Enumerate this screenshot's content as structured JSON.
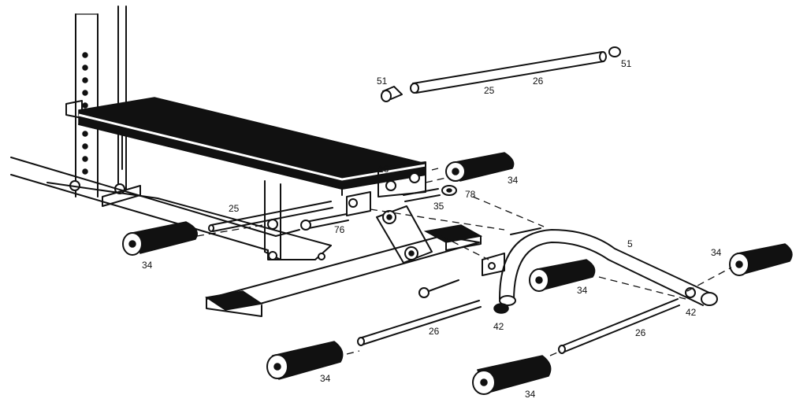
{
  "parts": {
    "p5": "5",
    "p16": "16",
    "p25_front": "25",
    "p25_rear": "25",
    "p26_rear": "26",
    "p26_front": "26",
    "p26_right": "26",
    "p34_upper": "34",
    "p34_left": "34",
    "p34_mid": "34",
    "p34_right": "34",
    "p34_bottom_left": "34",
    "p34_bottom_right": "34",
    "p35": "35",
    "p42_left": "42",
    "p42_right": "42",
    "p51_left": "51",
    "p51_right": "51",
    "p76": "76",
    "p78": "78"
  }
}
